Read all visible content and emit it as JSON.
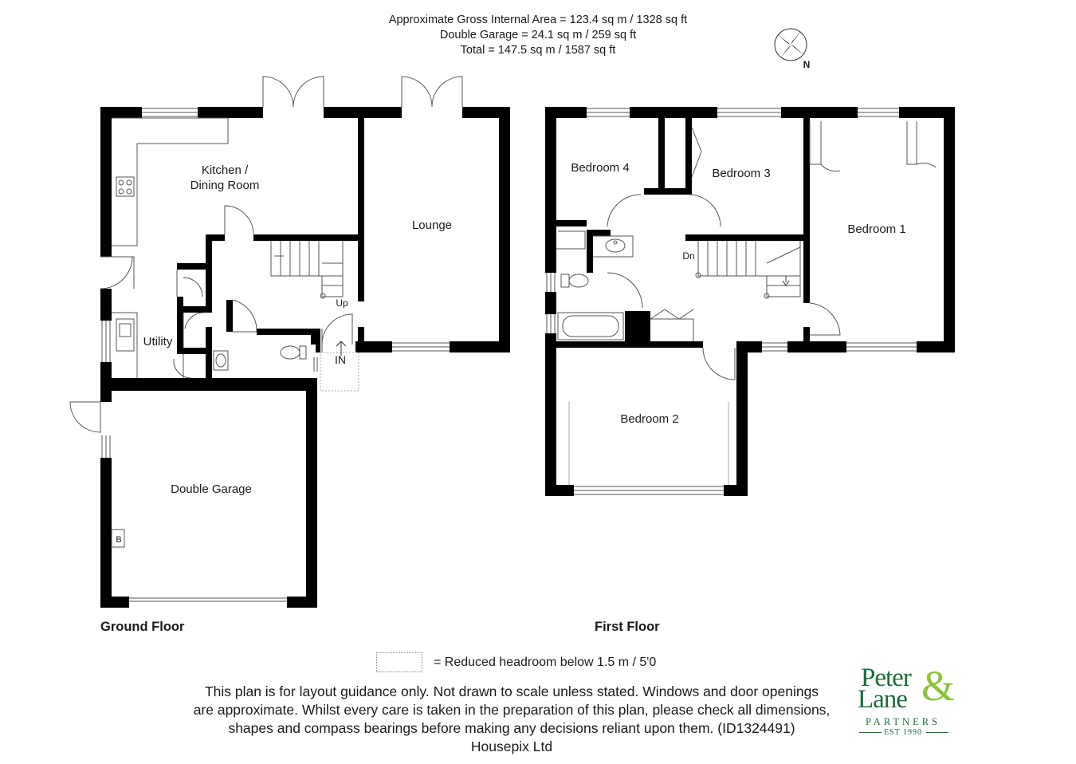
{
  "area_summary": {
    "line1": "Approximate Gross Internal Area = 123.4 sq m / 1328 sq ft",
    "line2": "Double Garage = 24.1 sq m / 259 sq ft",
    "line3": "Total = 147.5 sq m / 1587 sq ft"
  },
  "compass": {
    "label": "N"
  },
  "ground_floor": {
    "title": "Ground Floor",
    "rooms": {
      "kitchen_line1": "Kitchen /",
      "kitchen_line2": "Dining Room",
      "lounge": "Lounge",
      "utility": "Utility",
      "garage": "Double Garage",
      "boiler": "B",
      "stairs_up": "Up",
      "entrance": "IN"
    }
  },
  "first_floor": {
    "title": "First Floor",
    "rooms": {
      "bedroom1": "Bedroom 1",
      "bedroom2": "Bedroom 2",
      "bedroom3": "Bedroom 3",
      "bedroom4": "Bedroom 4",
      "stairs_down": "Dn"
    }
  },
  "legend": {
    "text": "=  Reduced headroom below 1.5 m / 5'0"
  },
  "disclaimer": {
    "line1": "This plan is for layout guidance only. Not drawn to scale unless stated. Windows and door openings",
    "line2": "are approximate. Whilst every care is taken in the preparation of this plan, please check all dimensions,",
    "line3": "shapes and compass bearings before making any decisions reliant upon them. (ID1324491)",
    "line4": "Housepix Ltd"
  },
  "logo": {
    "line1": "Peter",
    "line2": "Lane",
    "ampersand": "&",
    "sub": "PARTNERS",
    "est": "EST 1990",
    "colors": {
      "primary": "#1f6a3a",
      "accent": "#8dc23f"
    }
  }
}
